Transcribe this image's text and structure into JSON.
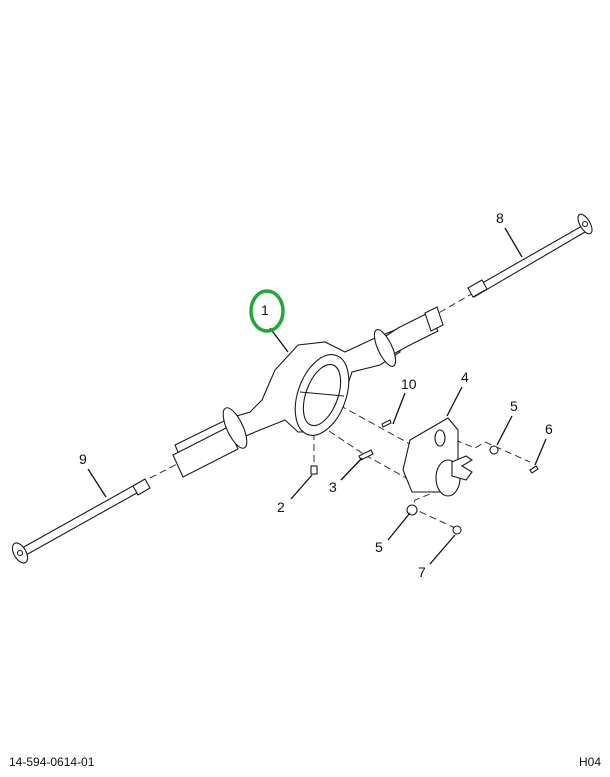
{
  "drawing_number": "14-594-0614-01",
  "sheet_code": "H04",
  "highlight_color": "#22a83a",
  "highlighted_callout": "1",
  "callouts": [
    {
      "label": "1"
    },
    {
      "label": "8"
    },
    {
      "label": "10"
    },
    {
      "label": "4"
    },
    {
      "label": "5"
    },
    {
      "label": "6"
    },
    {
      "label": "9"
    },
    {
      "label": "2"
    },
    {
      "label": "3"
    },
    {
      "label": "5"
    },
    {
      "label": "7"
    }
  ]
}
